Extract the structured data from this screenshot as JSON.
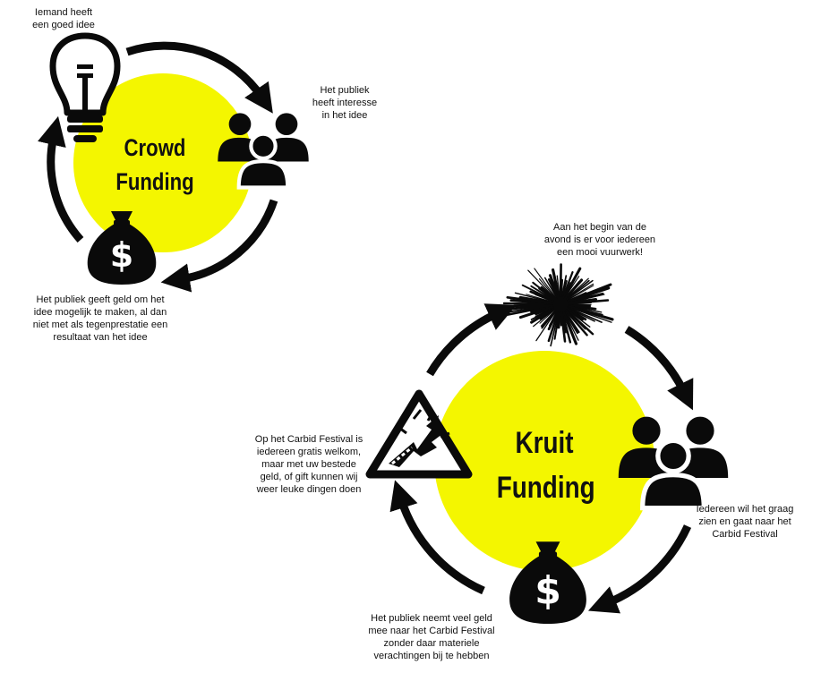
{
  "colors": {
    "accent": "#F4F600",
    "ink": "#0a0a0a",
    "background": "#ffffff"
  },
  "crowd": {
    "title": "Crowd\nFunding",
    "steps": [
      {
        "icon": "lightbulb-icon",
        "caption": "Iemand heeft\neen goed idee"
      },
      {
        "icon": "people-group-icon",
        "caption": "Het publiek\nheeft interesse\nin het idee"
      },
      {
        "icon": "money-bag-icon",
        "caption": "Het publiek geeft geld om het\nidee mogelijk te maken, al dan\nniet met als tegenprestatie een\nresultaat van het idee"
      }
    ]
  },
  "kruit": {
    "title": "Kruit\nFunding",
    "steps": [
      {
        "icon": "firework-burst-icon",
        "caption": "Aan het begin van de\navond is er voor iedereen\neen mooi vuurwerk!"
      },
      {
        "icon": "people-group-icon",
        "caption": "Iedereen wil het graag\nzien en gaat naar het\nCarbid Festival"
      },
      {
        "icon": "money-bag-icon",
        "caption": "Het publiek neemt veel geld\nmee naar het Carbid Festival\nzonder daar materiele\nverachtingen bij te hebben"
      },
      {
        "icon": "explosion-warning-icon",
        "caption": "Op het Carbid Festival is\niedereen gratis welkom,\nmaar met uw bestede\ngeld, of gift kunnen wij\nweer leuke dingen doen"
      }
    ]
  }
}
